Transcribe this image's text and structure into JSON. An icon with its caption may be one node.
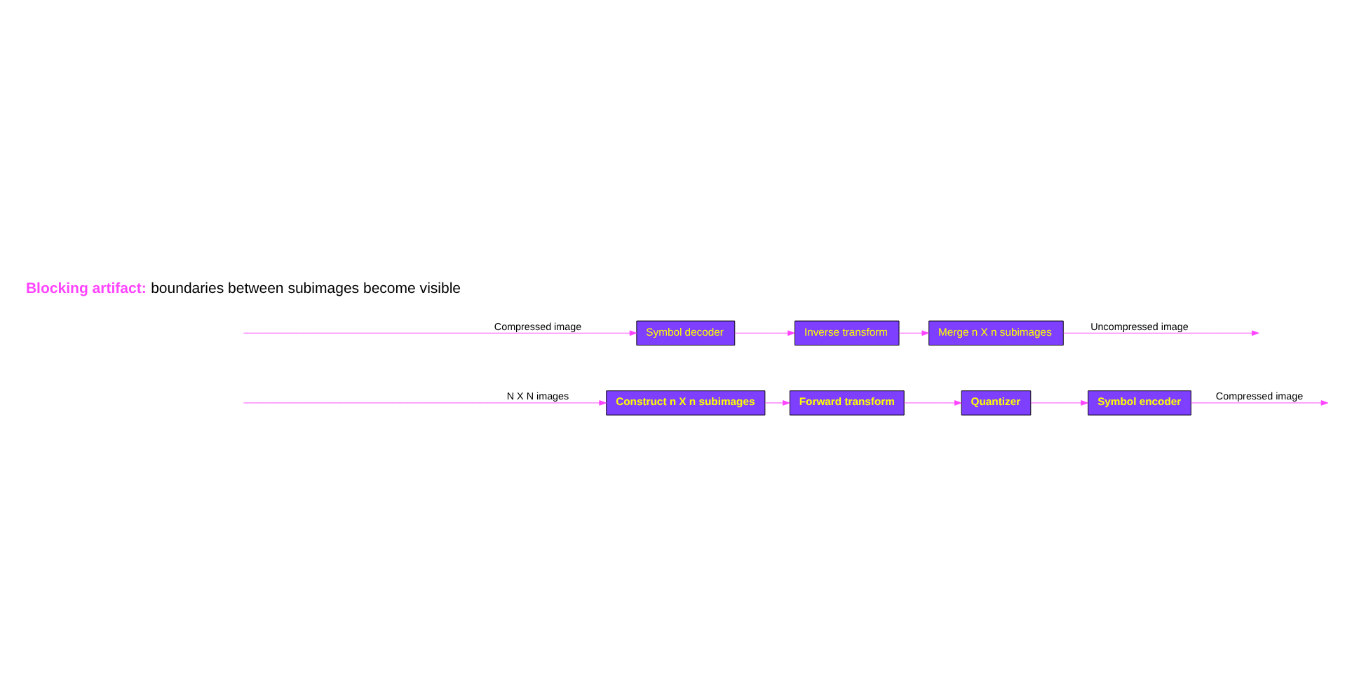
{
  "diagram": {
    "nodes": [
      {
        "text": [
          "Construct n X n subimages"
        ]
      },
      {
        "text": [
          "Forward transform"
        ]
      },
      {
        "text": [
          "Quantizer"
        ]
      },
      {
        "text": [
          "Symbol encoder"
        ]
      },
      {
        "text": [
          "Symbol decoder"
        ]
      },
      {
        "text": [
          "Inverse transform"
        ]
      },
      {
        "text": [
          "Merge n X n subimages"
        ]
      }
    ],
    "edges": [
      {
        "from": null,
        "to": 0,
        "arrow": "to",
        "label": "N X N images"
      },
      {
        "from": 0,
        "to": 1,
        "arrow": "to"
      },
      {
        "from": 1,
        "to": 2,
        "arrow": "to"
      },
      {
        "from": 2,
        "to": 3,
        "arrow": "to"
      },
      {
        "from": 3,
        "to": null,
        "arrow": "to",
        "label": "Compressed image"
      },
      {
        "from": null,
        "to": 4,
        "arrow": "to",
        "label": "Compressed image"
      },
      {
        "from": 4,
        "to": 5,
        "arrow": "to"
      },
      {
        "from": 5,
        "to": 6,
        "arrow": "to"
      },
      {
        "from": 6,
        "to": null,
        "arrow": "to",
        "label": "Uncompressed image"
      }
    ],
    "labels": [
      "Blocking artifact:",
      "boundaries between subimages become visible"
    ]
  }
}
